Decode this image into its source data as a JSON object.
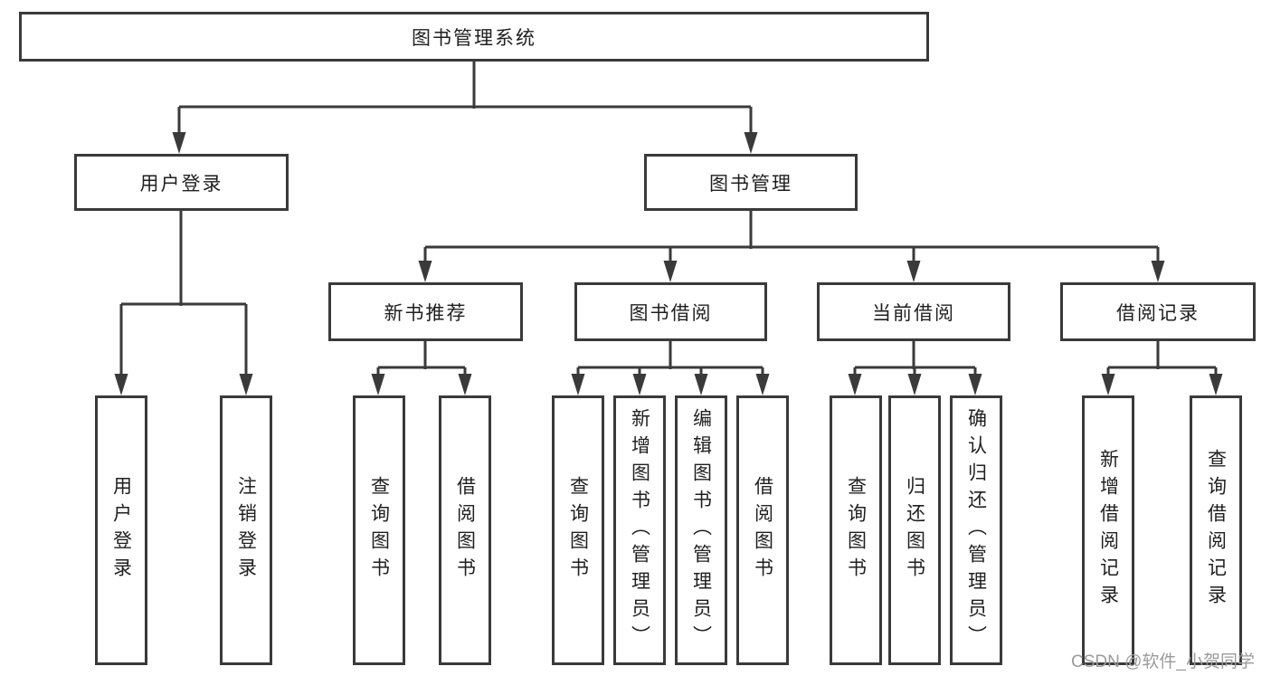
{
  "tree": {
    "label": "图书管理系统",
    "children": [
      {
        "label": "用户登录",
        "children": [
          {
            "label": "用户登录"
          },
          {
            "label": "注销登录"
          }
        ]
      },
      {
        "label": "图书管理",
        "children": [
          {
            "label": "新书推荐",
            "children": [
              {
                "label": "查询图书"
              },
              {
                "label": "借阅图书"
              }
            ]
          },
          {
            "label": "图书借阅",
            "children": [
              {
                "label": "查询图书"
              },
              {
                "label": "新增图书（管理员）"
              },
              {
                "label": "编辑图书（管理员）"
              },
              {
                "label": "借阅图书"
              }
            ]
          },
          {
            "label": "当前借阅",
            "children": [
              {
                "label": "查询图书"
              },
              {
                "label": "归还图书"
              },
              {
                "label": "确认归还（管理员）"
              }
            ]
          },
          {
            "label": "借阅记录",
            "children": [
              {
                "label": "新增借阅记录"
              },
              {
                "label": "查询借阅记录"
              }
            ]
          }
        ]
      }
    ]
  },
  "watermark": {
    "text": "CSDN @软件_小贺同学"
  },
  "colors": {
    "line": "#3a3a3a",
    "text": "#1f1f1f",
    "background": "#ffffff",
    "watermark": "#9b9b9b"
  }
}
